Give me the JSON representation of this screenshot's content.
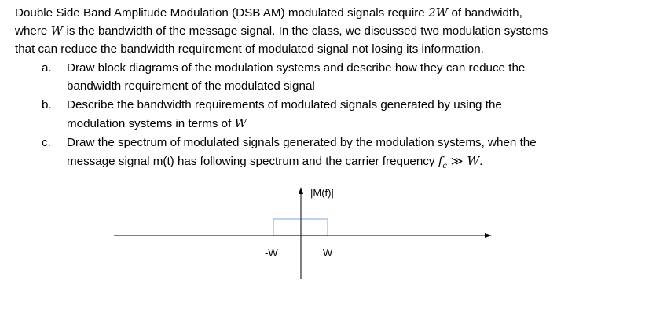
{
  "intro": {
    "line1_a": "Double Side Band Amplitude Modulation (DSB AM) modulated signals require ",
    "line1_math": "2W",
    "line1_b": " of bandwidth,",
    "line2_a": "where ",
    "line2_math": "W",
    "line2_b": " is the bandwidth of the message signal. In the class, we discussed two modulation systems",
    "line3": "that can reduce the bandwidth requirement of modulated signal not losing its information."
  },
  "items": [
    {
      "marker": "a.",
      "line1": "Draw block diagrams of the modulation systems and describe how they can reduce the",
      "line2": "bandwidth requirement of the modulated signal"
    },
    {
      "marker": "b.",
      "line1": "Describe the bandwidth requirements of modulated signals generated by using the",
      "line2_a": "modulation systems in terms of ",
      "line2_math": "W"
    },
    {
      "marker": "c.",
      "line1": "Draw the spectrum of modulated signals generated by the modulation systems, when the",
      "line2_a": "message signal m(t) has following spectrum and the carrier frequency ",
      "line2_math_f": "f",
      "line2_math_sub": "c",
      "line2_math_rel": " ≫ ",
      "line2_math_W": "W",
      "line2_end": "."
    }
  ],
  "figure": {
    "y_label": "|M(f)|",
    "tick_neg": "-W",
    "tick_pos": "W",
    "colors": {
      "axis": "#000000",
      "rect": "#9dbbe3"
    }
  }
}
